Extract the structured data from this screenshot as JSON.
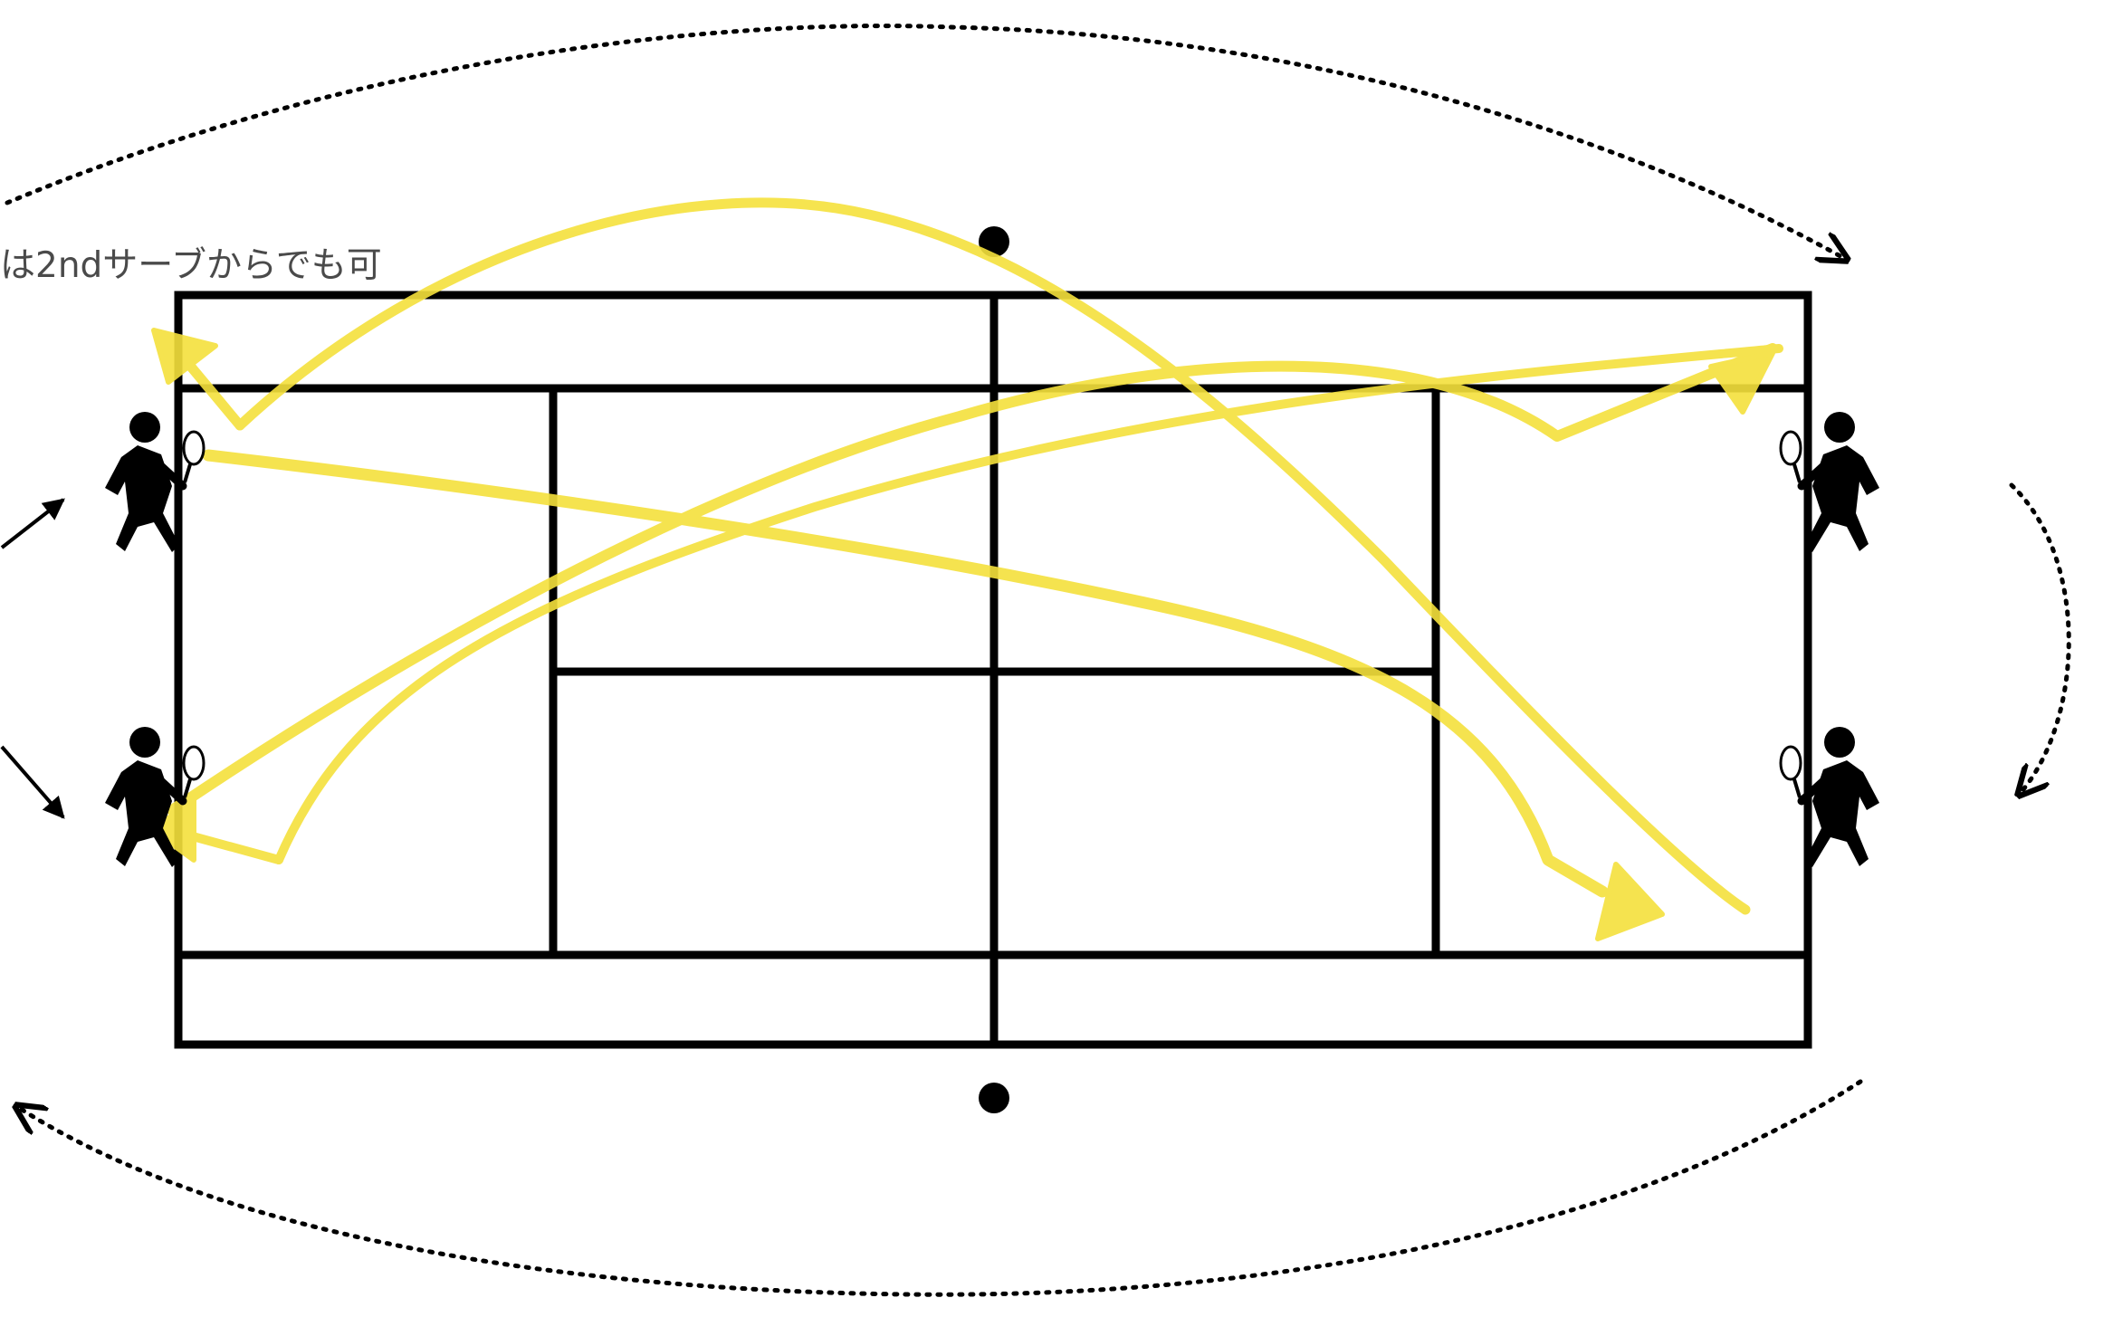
{
  "caption": "は2ndサーブからでも可",
  "colors": {
    "court_line": "#000000",
    "ball_path": "#f5e13c",
    "rotation_arrow": "#000000",
    "caption_text": "#4a4a4a",
    "background": "#ffffff"
  },
  "icons": {
    "player": "tennis-player-icon",
    "net_post": "net-post-dot",
    "shot": "yellow-shot-arrow",
    "rotation": "dotted-rotation-arrow"
  }
}
